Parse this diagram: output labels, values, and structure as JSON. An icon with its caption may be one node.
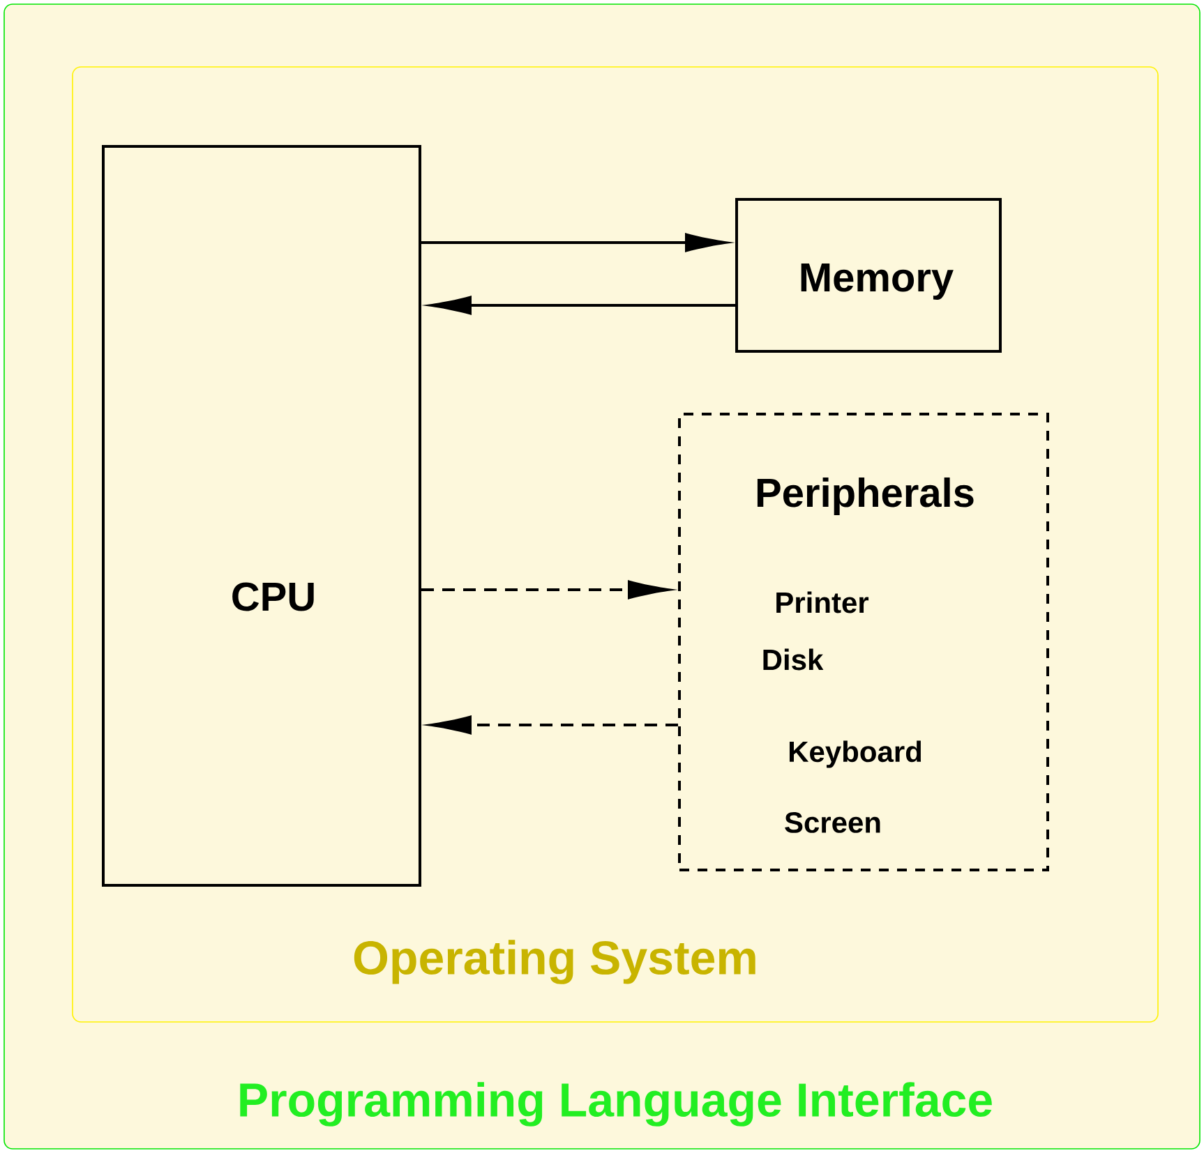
{
  "diagram": {
    "nodes": [
      {
        "text": [
          "Programming Language Interface"
        ]
      },
      {
        "text": [
          "Operating System"
        ],
        "in": 0
      },
      {
        "text": [
          "CPU"
        ],
        "in": 1
      },
      {
        "text": [
          "Memory"
        ],
        "in": 1
      },
      {
        "text": [
          "Peripherals",
          "Printer",
          "Disk",
          "Keyboard",
          "Screen"
        ],
        "in": 1
      }
    ],
    "edges": [
      {
        "from": 2,
        "to": 3,
        "arrow": "to"
      },
      {
        "from": 3,
        "to": 2,
        "arrow": "to"
      },
      {
        "from": 2,
        "to": 4,
        "arrow": "to",
        "style": "dashed"
      },
      {
        "from": 4,
        "to": 2,
        "arrow": "to",
        "style": "dashed"
      }
    ]
  }
}
